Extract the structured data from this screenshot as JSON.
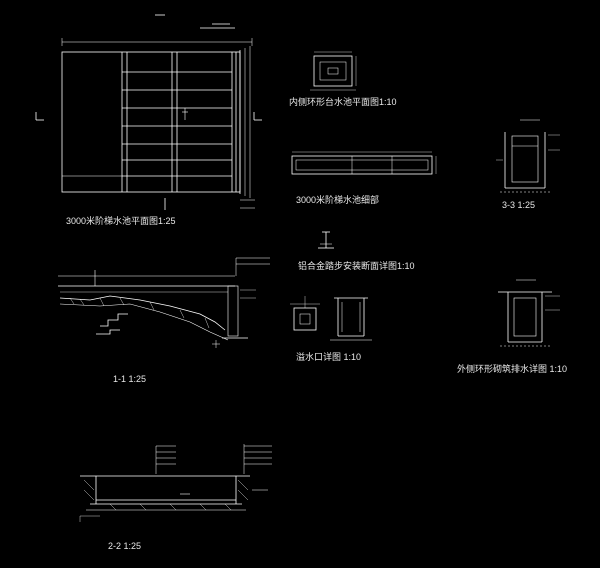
{
  "labels": {
    "plan_title": "3000米阶梯水池平面图1:25",
    "inner_detail_title": "内侧环形台水池平面图1:10",
    "section33": "3-3 1:25",
    "edge_detail_title": "3000米阶梯水池细部",
    "ss_detail_title": "铝合金踏步安装断面详图1:10",
    "section11": "1-1 1:25",
    "drain_title": "溢水口详图 1:10",
    "outer_ring_title": "外侧环形砌筑排水详图 1:10",
    "section22": "2-2 1:25"
  },
  "colors": {
    "background": "#000000",
    "line": "#ffffff",
    "text": "#e8e8e8"
  }
}
